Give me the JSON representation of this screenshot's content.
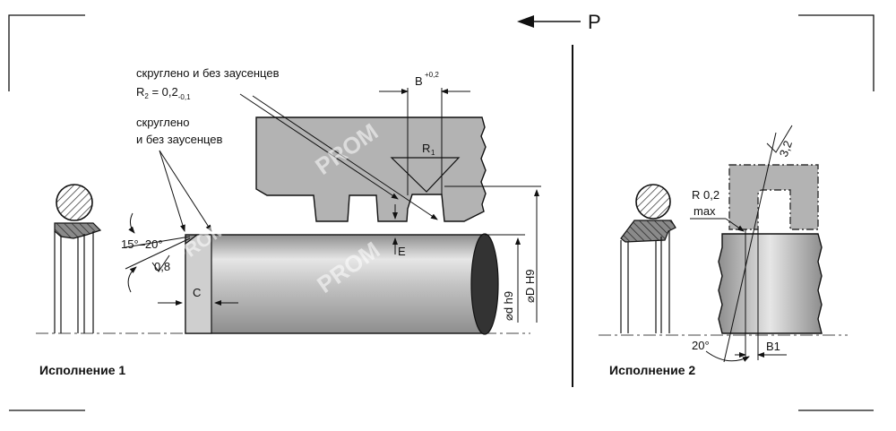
{
  "direction": {
    "label": "P"
  },
  "variant1": {
    "caption": "Исполнение 1",
    "note_r2_line1": "скруглено и без заусенцев",
    "note_r2_main": "R",
    "note_r2_sub": "2",
    "note_r2_value": " = 0,2",
    "note_r2_tol": "-0,1",
    "note_deburr_line1": "скруглено",
    "note_deburr_line2": "и без заусенцев",
    "dim_b_main": "B",
    "dim_b_tol": "+0,2",
    "dim_r1_main": "R",
    "dim_r1_sub": "1",
    "dim_e": "E",
    "dim_c": "C",
    "angle_chamfer": "15°–20°",
    "roughness_chamfer": "0,8",
    "dim_rod": "⌀d h9",
    "dim_bore": "⌀D H9"
  },
  "variant2": {
    "caption": "Исполнение 2",
    "radius_label": "R 0,2",
    "radius_max": "max",
    "roughness": "3,2",
    "angle": "20°",
    "dim_b1": "B1"
  },
  "watermark": {
    "text": "PROM"
  },
  "colors": {
    "line": "#111111",
    "rod_dark": "#8e8e8e",
    "rod_light": "#e6e6e6",
    "housing": "#b3b3b3",
    "seal_section": "#8a8a8a",
    "rod_end": "#333333",
    "watermark": "#ffffff"
  }
}
